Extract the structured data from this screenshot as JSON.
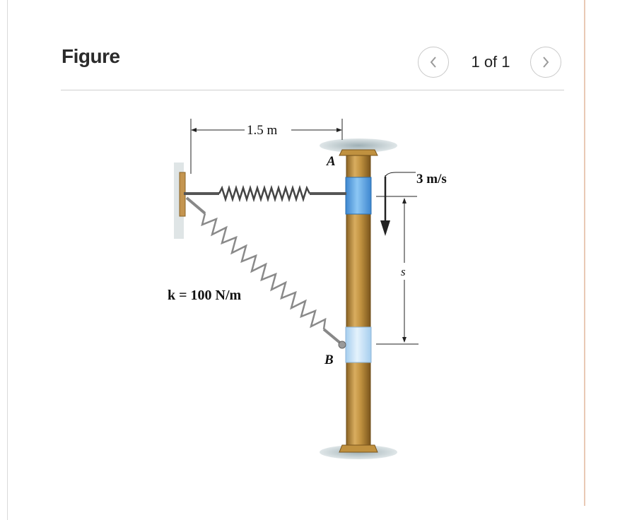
{
  "header": {
    "title": "Figure",
    "page_indicator": "1 of 1",
    "prev_icon": "chevron-left-icon",
    "next_icon": "chevron-right-icon"
  },
  "diagram": {
    "dimension_label": "1.5 m",
    "point_a": "A",
    "point_b": "B",
    "velocity_label": "3 m/s",
    "displacement_label": "s",
    "spring_constant_label": "k = 100 N/m",
    "colors": {
      "pole": "#b98a3e",
      "collar": "#6fb2ea",
      "spring": "#555555"
    }
  }
}
